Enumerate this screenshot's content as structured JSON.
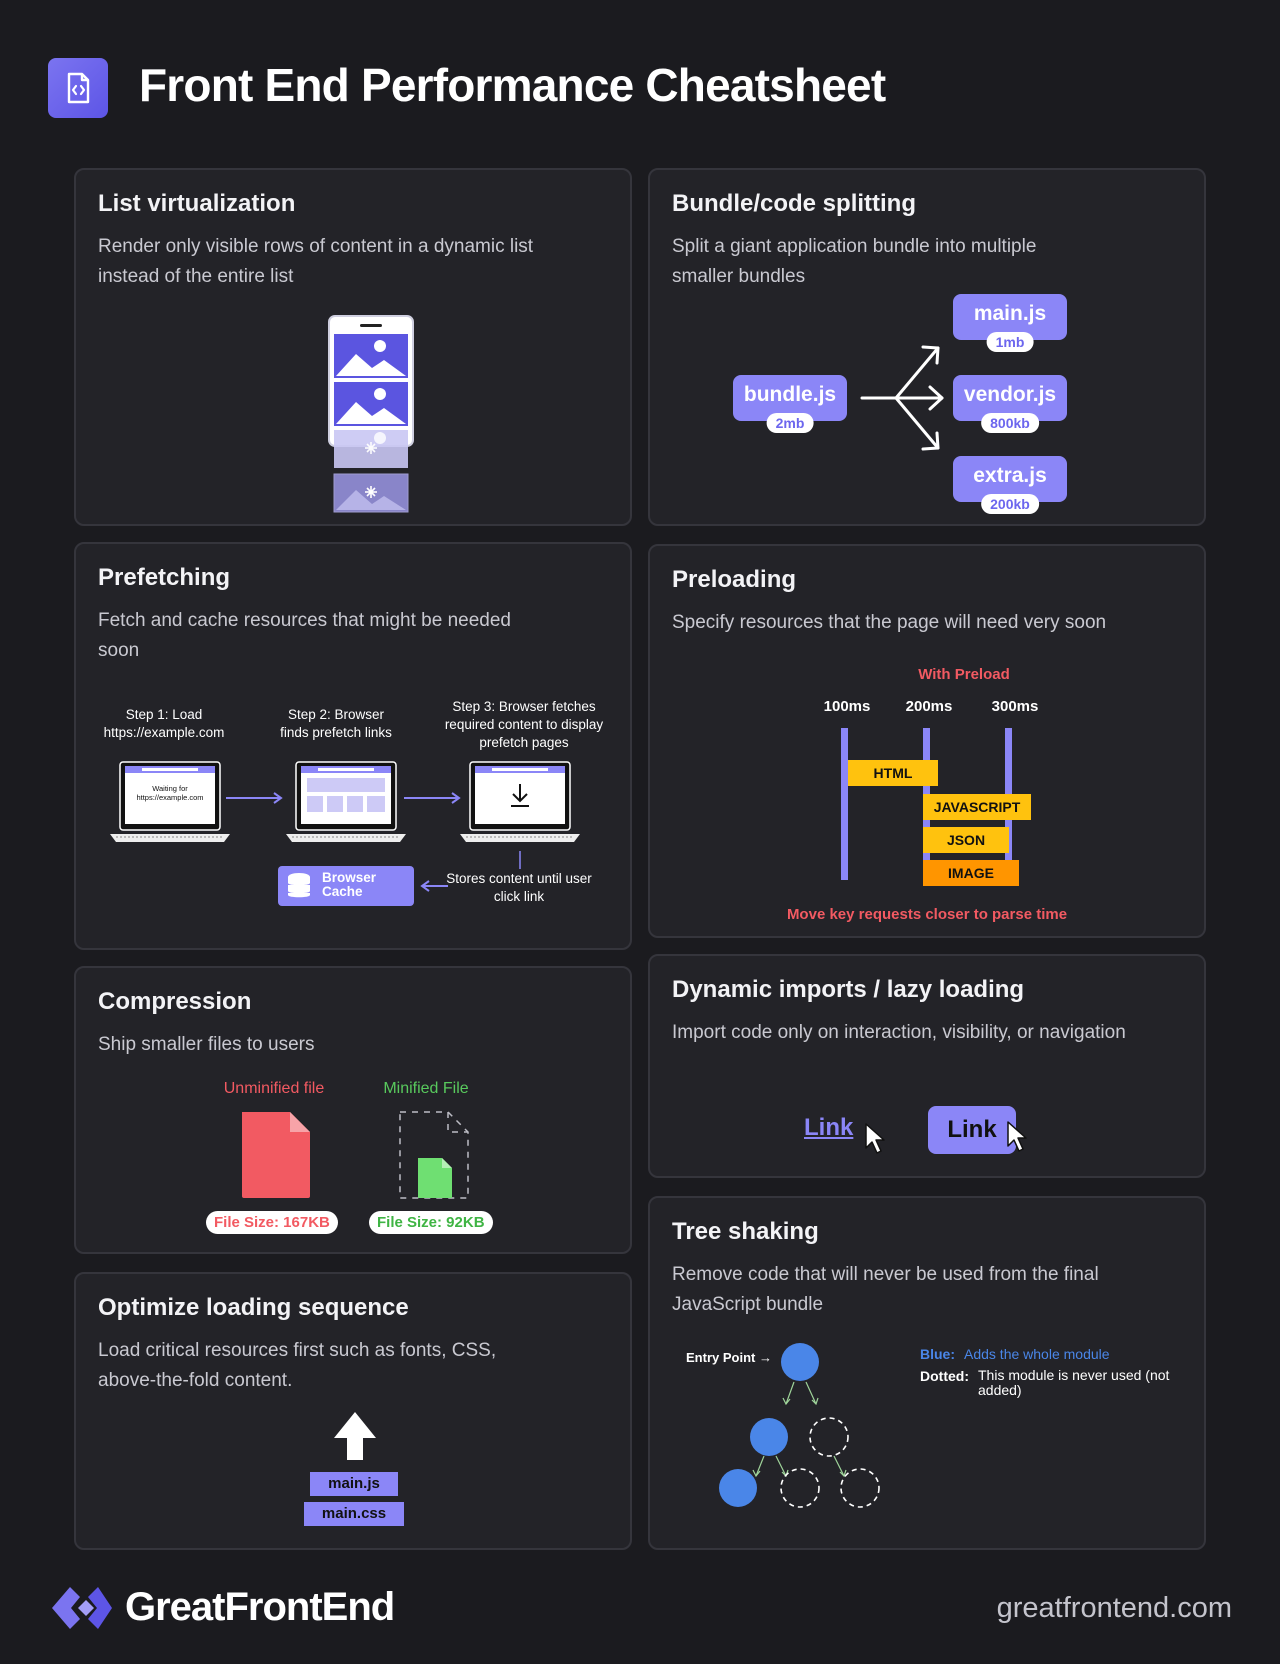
{
  "header": {
    "title": "Front End Performance Cheatsheet"
  },
  "cards": {
    "list_virtualization": {
      "title": "List virtualization",
      "desc": "Render only visible rows of content in a dynamic list instead of the entire list"
    },
    "bundle_splitting": {
      "title": "Bundle/code splitting",
      "desc": "Split a giant application bundle into multiple smaller bundles",
      "source": {
        "name": "bundle.js",
        "size": "2mb"
      },
      "outputs": [
        {
          "name": "main.js",
          "size": "1mb"
        },
        {
          "name": "vendor.js",
          "size": "800kb"
        },
        {
          "name": "extra.js",
          "size": "200kb"
        }
      ]
    },
    "prefetching": {
      "title": "Prefetching",
      "desc": "Fetch and cache resources that might be needed soon",
      "step1": "Step 1: Load https://example.com",
      "step2": "Step 2: Browser finds prefetch links",
      "step3": "Step 3: Browser fetches required content to display prefetch pages",
      "screen_text": "Waiting for https://example.com",
      "cache_label": "Browser Cache",
      "stores_text": "Stores content until user click link"
    },
    "preloading": {
      "title": "Preloading",
      "desc": "Specify resources that the page will need very soon",
      "with_preload": "With Preload",
      "times": [
        "100ms",
        "200ms",
        "300ms"
      ],
      "bars": [
        "HTML",
        "JAVASCRIPT",
        "JSON",
        "IMAGE"
      ],
      "caption": "Move key requests closer to parse time"
    },
    "compression": {
      "title": "Compression",
      "desc": "Ship smaller files to users",
      "unminified_label": "Unminified file",
      "minified_label": "Minified File",
      "unminified_size": "File Size: 167KB",
      "minified_size": "File Size: 92KB"
    },
    "dynamic_imports": {
      "title": "Dynamic imports / lazy loading",
      "desc": "Import code only on interaction, visibility, or navigation",
      "link_text": "Link",
      "button_text": "Link"
    },
    "loading_sequence": {
      "title": "Optimize loading sequence",
      "desc": "Load critical resources first such as fonts, CSS, above-the-fold content.",
      "files": [
        "main.js",
        "main.css"
      ]
    },
    "tree_shaking": {
      "title": "Tree shaking",
      "desc": "Remove code that will never be used from the final JavaScript bundle",
      "entry_point": "Entry Point →",
      "legend_blue_key": "Blue:",
      "legend_blue_text": "Adds the whole module",
      "legend_dotted_key": "Dotted:",
      "legend_dotted_text": "This module is never used (not added)"
    }
  },
  "footer": {
    "brand": "GreatFrontEnd",
    "url": "greatfrontend.com"
  },
  "colors": {
    "accent": "#8b86f7",
    "red": "#f25a62",
    "green": "#58c95d",
    "yellow": "#ffc20e",
    "orange": "#ff9500",
    "blue": "#4a86e8"
  }
}
